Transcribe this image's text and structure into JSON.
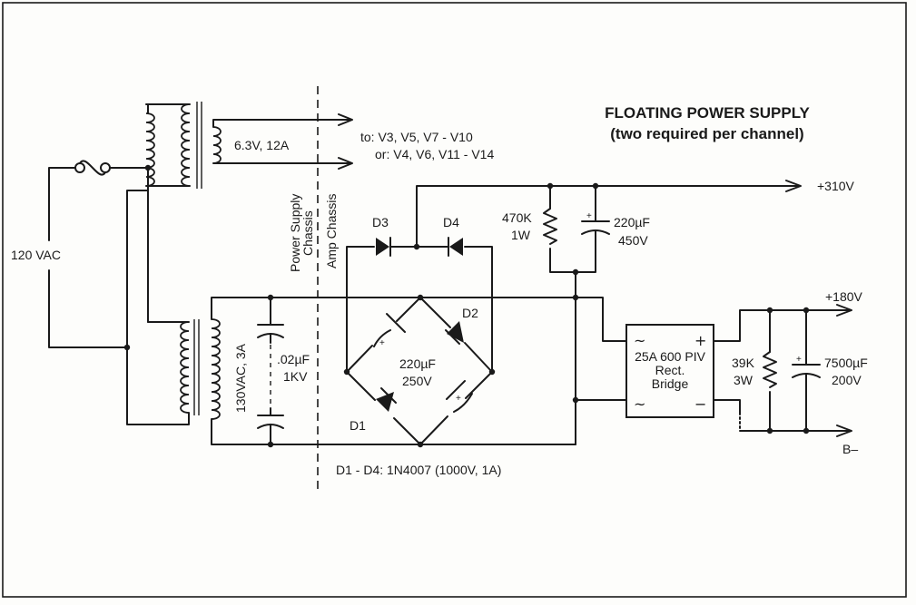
{
  "title": {
    "line1": "FLOATING POWER SUPPLY",
    "line2": "(two required per channel)"
  },
  "labels": {
    "mains": "120 VAC",
    "heater_winding": "6.3V, 12A",
    "heater_dest_1": "to: V3, V5, V7 - V10",
    "heater_dest_2": "or: V4, V6, V11 - V14",
    "hv_winding": "130VAC, 3A",
    "cap_snubber_value": ".02µF",
    "cap_snubber_voltage": "1KV",
    "divider_left_1": "Power Supply",
    "divider_left_2": "Chassis",
    "divider_right": "Amp Chassis",
    "d3": "D3",
    "d4": "D4",
    "d2": "D2",
    "d1": "D1",
    "bridge_cap_value": "220µF",
    "bridge_cap_voltage": "250V",
    "res1_value": "470K",
    "res1_power": "1W",
    "cap1_value": "220µF",
    "cap1_voltage": "450V",
    "out_310": "+310V",
    "out_180": "+180V",
    "out_bminus": "B–",
    "rect_line1": "25A 600 PIV",
    "rect_line2": "Rect.",
    "rect_line3": "Bridge",
    "rect_ac": "~",
    "rect_plus": "+",
    "rect_minus": "−",
    "res2_value": "39K",
    "res2_power": "3W",
    "cap2_value": "7500µF",
    "cap2_voltage": "200V",
    "diode_note": "D1 - D4: 1N4007 (1000V, 1A)",
    "polarity_plus": "+"
  }
}
